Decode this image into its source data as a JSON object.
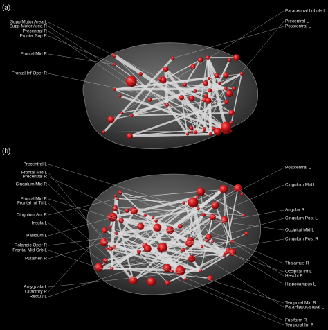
{
  "panels": [
    {
      "tag": "(a)",
      "left_labels": [
        "Supp Motor Area L",
        "Supp Motor Area R",
        "Precentral R",
        "Frontal Sup R",
        "Frontal Mid R",
        "Frontal Inf Oper R"
      ],
      "right_labels": [
        "Paracentral Lobule L",
        "Precentral L",
        "Postcentral L"
      ]
    },
    {
      "tag": "(b)",
      "left_labels": [
        "Precentral L",
        "Frontal Mid L",
        "Precentral R",
        "Cingulum Mid R",
        "Frontal Mid R",
        "Frontal Inf Tri L",
        "Cingulum Ant R",
        "Insula L",
        "Pallidum L",
        "Rolandic Oper R",
        "Frontal Mid Orb L",
        "Putamen R",
        "Amygdala L",
        "Olfactory R",
        "Rectus L"
      ],
      "right_labels": [
        "Postcentral L",
        "Cingulum Mid L",
        "Angular R",
        "Cingulum Post L",
        "Occipital Mid L",
        "Cingulum Post R",
        "Thalamus R",
        "Occipital Inf L",
        "Heschl R",
        "Hippocampus L",
        "Temporal Mid R",
        "ParaHippocampal L",
        "Fusiform R",
        "Temporal Inf R"
      ]
    }
  ],
  "colors": {
    "background": "#000000",
    "brain": "#5e5e5e",
    "node": "#c8161c",
    "edge": "#d9d9d9",
    "label": "#e6e6e6",
    "leader": "#bdbdbd"
  }
}
